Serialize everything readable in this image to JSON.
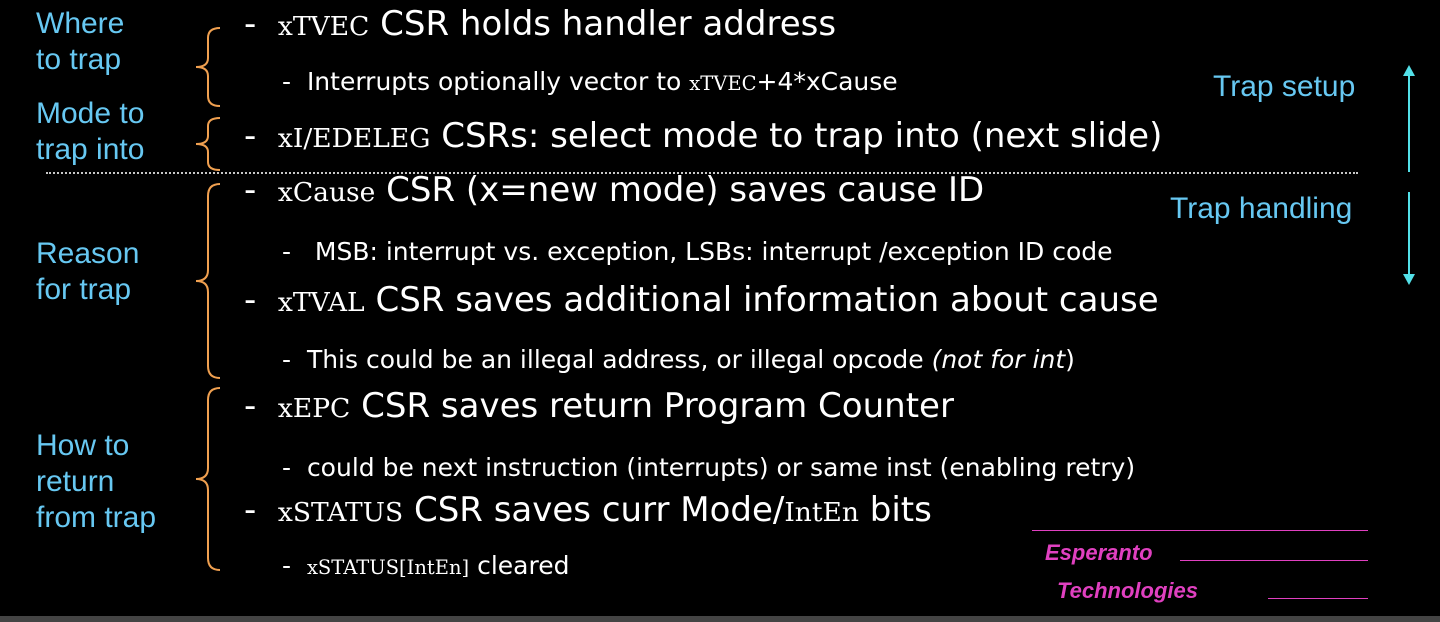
{
  "side_labels": {
    "where": "Where\nto trap",
    "mode": "Mode to\ntrap into",
    "reason": "Reason\nfor trap",
    "return": "How to\nreturn\nfrom trap"
  },
  "bullets": {
    "tvec": {
      "dash": "-",
      "reg": "xTVEC",
      "text": " CSR  holds handler address"
    },
    "tvec_sub": {
      "dash": "-",
      "pre": "Interrupts optionally vector to ",
      "reg": "xTVEC",
      "post": "+4*xCause"
    },
    "deleg": {
      "dash": "-",
      "reg": "xI/EDELEG",
      "text": " CSRs: select mode to trap into (next slide)"
    },
    "cause": {
      "dash": "-",
      "reg": "xCause",
      "text": " CSR (x=new mode) saves cause ID"
    },
    "cause_sub": {
      "dash": "-",
      "text": " MSB: interrupt vs. exception, LSBs: interrupt /exception ID code"
    },
    "tval": {
      "dash": "-",
      "reg": "xTVAL",
      "text": " CSR  saves additional information about cause"
    },
    "tval_sub": {
      "dash": "-",
      "pre": "This could be an illegal address, or illegal opcode ",
      "italic": "(not for int",
      "post": ")"
    },
    "epc": {
      "dash": "-",
      "reg": "xEPC",
      "text": " CSR saves return Program Counter"
    },
    "epc_sub": {
      "dash": "-",
      "text": "could be next instruction (interrupts) or same inst (enabling retry)"
    },
    "status": {
      "dash": "-",
      "reg": "xSTATUS",
      "mid": " CSR saves curr Mode/",
      "reg2": "IntEn",
      "post": " bits"
    },
    "status_sub": {
      "dash": "-",
      "reg": "xSTATUS[IntEn]",
      "text": " cleared"
    }
  },
  "labels": {
    "trap_setup": "Trap setup",
    "trap_handling": "Trap handling"
  },
  "logo": {
    "line1": "Esperanto",
    "line2": "Technologies"
  },
  "colors": {
    "side": "#67c8f2",
    "arrow": "#53e0e8",
    "brace": "#f0a050",
    "logo": "#e040c0"
  }
}
